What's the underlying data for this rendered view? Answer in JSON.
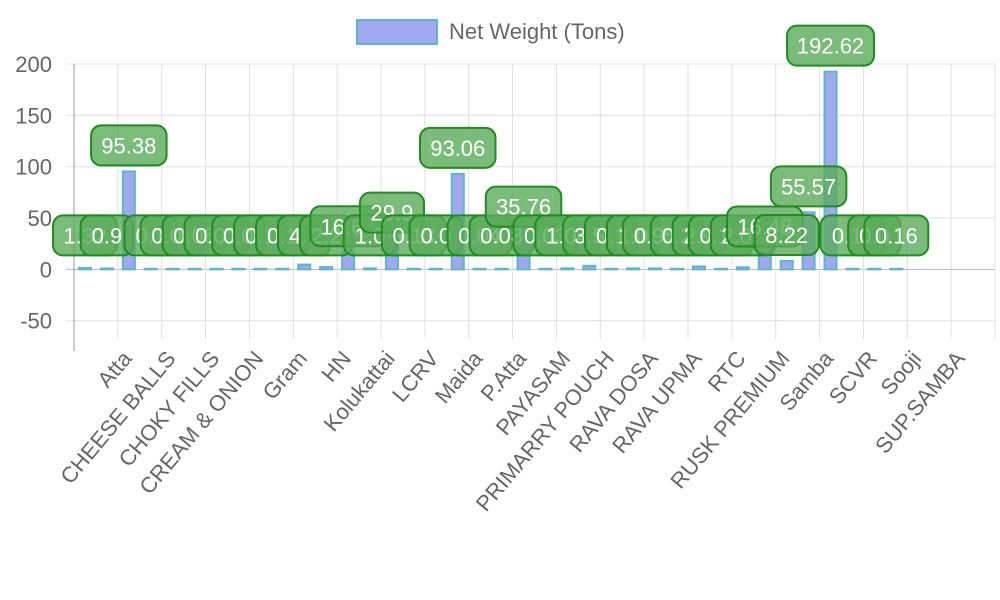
{
  "chart_data": {
    "type": "bar",
    "series": [
      {
        "name": "Net Weight (Tons)",
        "values": [
          1.32,
          0.9,
          95.38,
          0.1,
          0.01,
          0.06,
          0.01,
          0.0,
          0.1,
          0.1,
          4.7,
          2.2,
          16.68,
          1.0,
          29.9,
          0.13,
          0.0,
          93.06,
          0.04,
          0.08,
          35.76,
          0.03,
          1.04,
          3.5,
          0.1,
          1.0,
          0.95,
          0.2,
          2.9,
          0.15,
          2.05,
          16.48,
          8.22,
          55.57,
          192.62,
          0.11,
          0.0,
          0.16
        ]
      }
    ],
    "categories": [
      "",
      "",
      "Atta",
      "",
      "CHEESE BALLS",
      "",
      "CHOKY FILLS",
      "",
      "CREAM & ONION",
      "",
      "Gram",
      "",
      "HN",
      "",
      "Kolukattai",
      "",
      "LCRV",
      "",
      "Maida",
      "",
      "P.Atta",
      "",
      "PAYASAM",
      "",
      "PRIMARRY POUCH",
      "",
      "RAVA DOSA",
      "",
      "RAVA UPMA",
      "",
      "RTC",
      "",
      "RUSK PREMIUM",
      "",
      "Samba",
      "",
      "SCVR",
      "",
      "Sooji",
      "",
      "SUP.SAMBA",
      ""
    ],
    "data_labels": [
      "1.32",
      "0.9",
      "95.38",
      "0.1",
      "0.01",
      "0.06",
      "0.01",
      "0.0",
      "0.1",
      "0.1",
      "4.7",
      "2.2",
      "16.68",
      "1.0",
      "29.9",
      "0.13",
      "0.0",
      "93.06",
      "0.04",
      "0.08",
      "35.76",
      "0.03",
      "1.04",
      "3.5",
      "0.1",
      "1.0",
      "0.95",
      "0.2",
      "2.9",
      "0.15",
      "2.05",
      "16.48",
      "8.22",
      "55.57",
      "192.62",
      "0.11",
      "0.0",
      "0.16"
    ],
    "yticks": [
      "-50",
      "0",
      "50",
      "100",
      "150",
      "200"
    ],
    "ylim": [
      -60,
      200
    ],
    "grid": true,
    "legend_position": "top",
    "colors": {
      "bar_fill": "#a0a8ef",
      "bar_stroke": "#5ab8c8",
      "label_fill": "#5aab5a",
      "label_stroke": "#228b22",
      "label_text": "#ffffff",
      "grid": "#e0e0e0",
      "axis": "#999999",
      "text": "#666666"
    }
  }
}
